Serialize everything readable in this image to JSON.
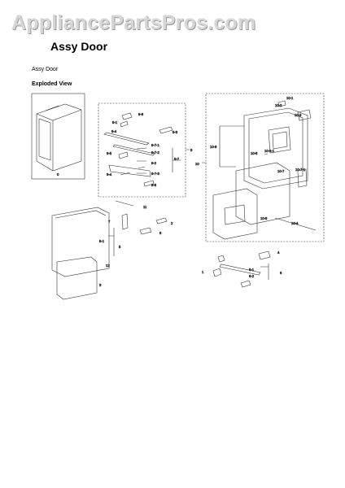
{
  "watermark": "AppliancePartsPros.com",
  "title": "Assy Door",
  "subtitle": "Assy Door",
  "section": "Exploded View",
  "callouts": {
    "c0": "0",
    "c1": "1",
    "c2": "2",
    "c3": "3",
    "c4": "4",
    "c5": "5",
    "c6": "6",
    "c7": "7",
    "c8": "8",
    "c9": "9",
    "c10": "10",
    "c11": "11",
    "c12": "12",
    "c5_1": "5-1",
    "c6_1": "6-1",
    "c6_2": "6-2",
    "c9_1": "9-1",
    "c9_2": "9-2",
    "c9_3": "9-3",
    "c9_4": "9-4",
    "c9_5": "9-5",
    "c9_6": "9-6",
    "c9_7": "9-7",
    "c9_7_1": "9-7-1",
    "c9_7_2": "9-7-2",
    "c9_7_3": "9-7-3",
    "c9_8": "9-8",
    "c10_1": "10-1",
    "c10_2": "10-2",
    "c10_3": "10-3",
    "c10_4": "10-4",
    "c10_5": "10-5",
    "c10_6": "10-6",
    "c10_6_1": "10-6-1",
    "c10_7": "10-7",
    "c10_7_1": "10-7-1",
    "c10_8": "10-8"
  }
}
